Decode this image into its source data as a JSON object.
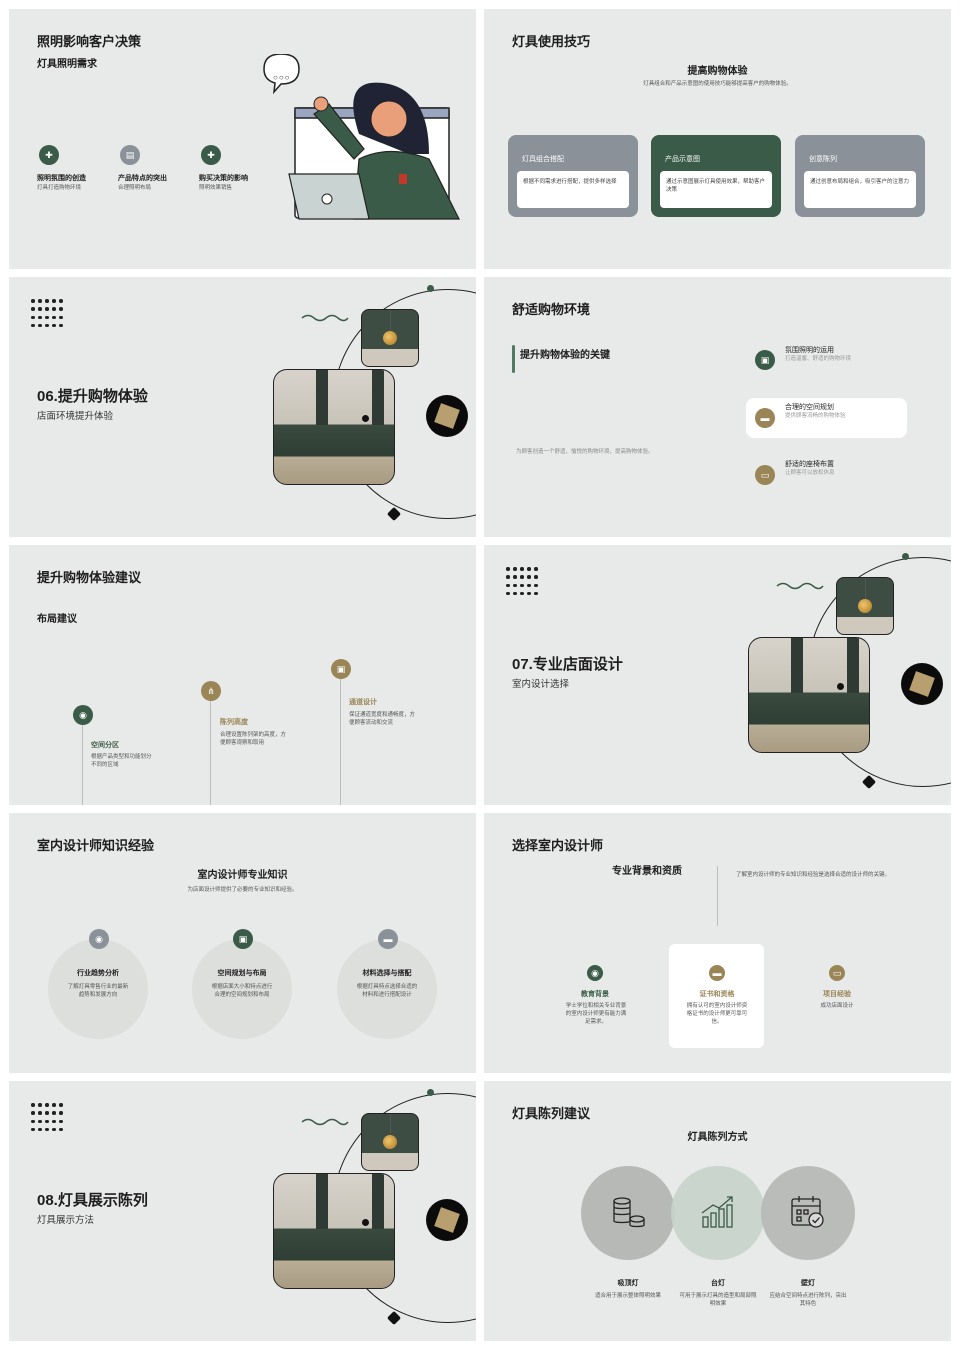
{
  "slide1": {
    "title": "照明影响客户决策",
    "subtitle": "灯具照明需求",
    "items": [
      {
        "title": "照明氛围的创造",
        "desc": "灯具打造购物环境"
      },
      {
        "title": "产品特点的突出",
        "desc": "合理照明布局"
      },
      {
        "title": "购买决策的影响",
        "desc": "照明效果销售"
      }
    ],
    "bubble": "○○○"
  },
  "slide2": {
    "title": "灯具使用技巧",
    "heading": "提高购物体验",
    "desc": "灯具组合和产品示意图的使用技巧能够提高客户的购物体验。",
    "cards": [
      {
        "title": "灯具组合搭配",
        "desc": "根据不同需求进行搭配，提供多样选择"
      },
      {
        "title": "产品示意图",
        "desc": "通过示意图展示灯具使用效果，帮助客户决策"
      },
      {
        "title": "创意陈列",
        "desc": "通过创意布局和组合，吸引客户的注意力"
      }
    ]
  },
  "slide3": {
    "title": "06.提升购物体验",
    "subtitle": "店面环境提升体验"
  },
  "slide4": {
    "title": "舒适购物环境",
    "heading": "提升购物体验的关键",
    "desc": "为顾客创造一个舒适、愉悦的购物环境，提高购物体验。",
    "items": [
      {
        "title": "氛围照明的运用",
        "desc": "打造温馨、舒适的购物环境"
      },
      {
        "title": "合理的空间规划",
        "desc": "提供顾客流畅的购物体验"
      },
      {
        "title": "舒适的座椅布置",
        "desc": "让顾客可以放松休息"
      }
    ]
  },
  "slide5": {
    "title": "提升购物体验建议",
    "subtitle": "布局建议",
    "items": [
      {
        "title": "空间分区",
        "desc": "根据产品类型和功能划分不同的区域"
      },
      {
        "title": "陈列高度",
        "desc": "合理设置陈列架的高度，方便顾客观察和取用"
      },
      {
        "title": "通道设计",
        "desc": "保证通道宽度和通畅度，方便顾客流动和交流"
      }
    ]
  },
  "slide6": {
    "title": "07.专业店面设计",
    "subtitle": "室内设计选择"
  },
  "slide7": {
    "title": "室内设计师知识经验",
    "heading": "室内设计师专业知识",
    "desc": "为店面设计师提供了必要的专业知识和经验。",
    "items": [
      {
        "title": "行业趋势分析",
        "desc": "了解灯具零售行业的最新趋势和发展方向"
      },
      {
        "title": "空间规划与布局",
        "desc": "根据店面大小和特点进行合理的空间规划和布局"
      },
      {
        "title": "材料选择与搭配",
        "desc": "根据灯具特点选择合适的材料和进行搭配设计"
      }
    ]
  },
  "slide8": {
    "title": "选择室内设计师",
    "heading": "专业背景和资质",
    "desc": "了解室内设计师的专业知识和经验是选择合适的设计师的关键。",
    "items": [
      {
        "title": "教育背景",
        "desc": "学士学位和相关专业背景的室内设计师更有能力满足需求。"
      },
      {
        "title": "证书和资格",
        "desc": "拥有认可的室内设计师资格证书的设计师更可靠可信。"
      },
      {
        "title": "项目经验",
        "desc": "成功店面设计"
      }
    ]
  },
  "slide9": {
    "title": "08.灯具展示陈列",
    "subtitle": "灯具展示方法"
  },
  "slide10": {
    "title": "灯具陈列建议",
    "heading": "灯具陈列方式",
    "items": [
      {
        "title": "吸顶灯",
        "desc": "适合用于展示整体照明效果"
      },
      {
        "title": "台灯",
        "desc": "可用于展示灯具的造型和局部照明效果"
      },
      {
        "title": "壁灯",
        "desc": "应结合空间特点进行陈列，突出其特色"
      }
    ]
  },
  "colors": {
    "green": "#3a5b47",
    "gold": "#9a8557",
    "grey": "#8b9199",
    "bg": "#e7eae8"
  }
}
